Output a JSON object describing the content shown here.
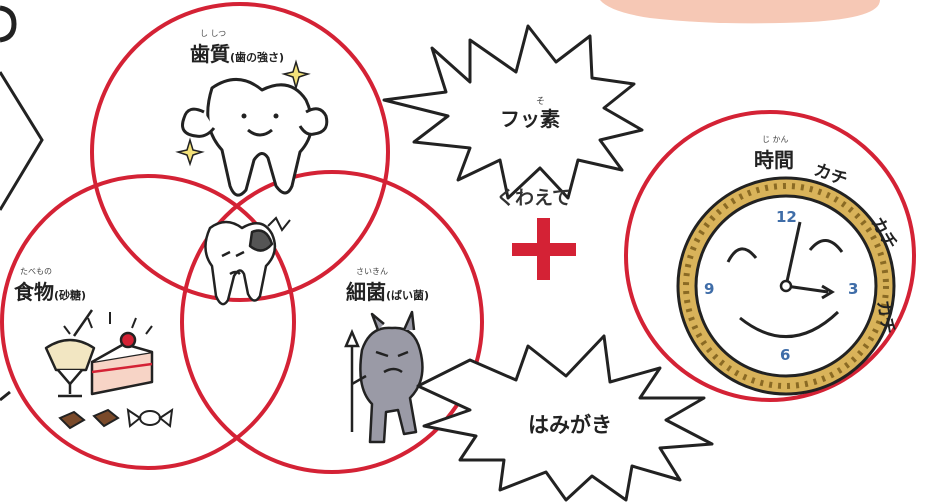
{
  "labels": {
    "enamel": {
      "main": "歯質",
      "sub": "(歯の強さ)",
      "ruby": "し しつ"
    },
    "food": {
      "main": "食物",
      "sub": "(砂糖)",
      "ruby": "たべもの"
    },
    "bacteria": {
      "main": "細菌",
      "sub": "(ばい菌)",
      "ruby": "さいきん"
    },
    "time": {
      "main": "時間",
      "ruby": "じ かん"
    },
    "fluoride": {
      "main": "フッ素",
      "ruby": "そ"
    },
    "brushing": "はみがき",
    "add": "くわえて",
    "plus": "+",
    "tick_sound": [
      "カチ",
      "カチ",
      "カチ"
    ]
  },
  "clock_numbers": [
    "12",
    "3",
    "6",
    "9"
  ],
  "colors": {
    "circle": "#d42235",
    "plus": "#d42235",
    "outline": "#222222",
    "clock_ring": "#d9b35a",
    "numbers": "#3f6da8",
    "peach": "#f6c8b5"
  }
}
